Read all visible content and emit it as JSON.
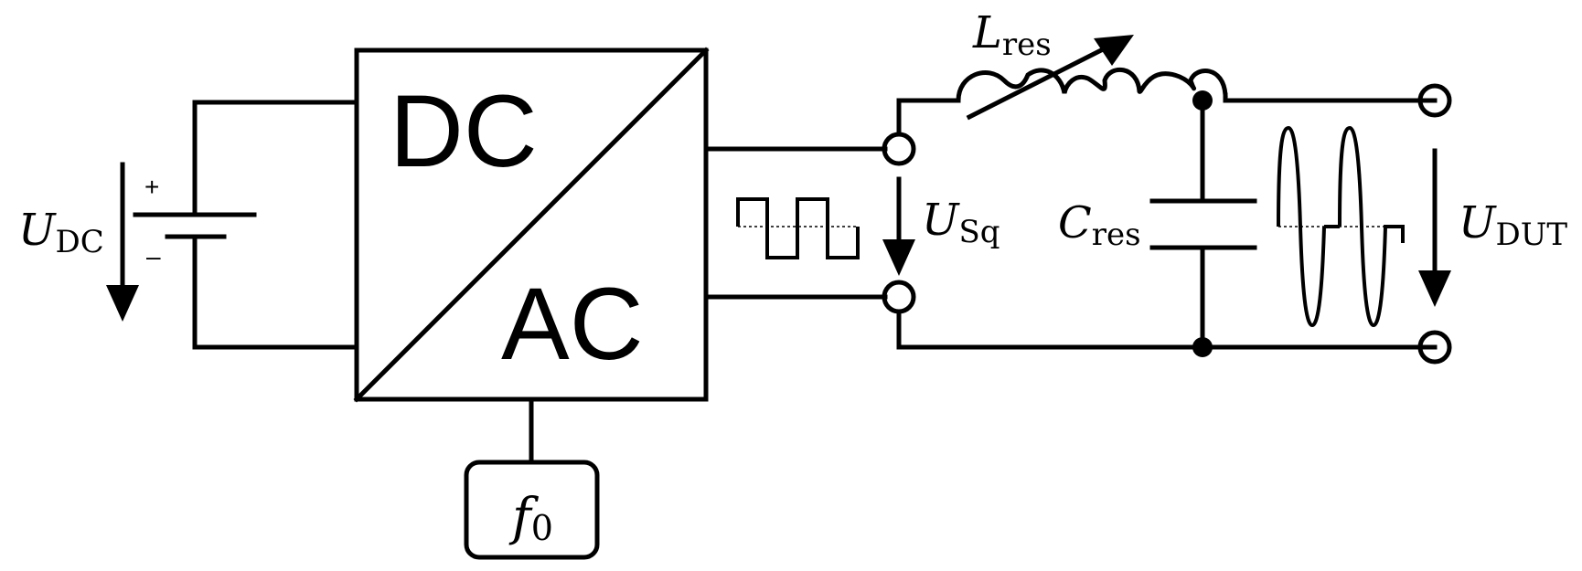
{
  "converter": {
    "top": "DC",
    "bottom": "AC"
  },
  "frequency": {
    "symbol": "f",
    "subscript": "0"
  },
  "labels": {
    "u_dc": {
      "symbol": "U",
      "subscript": "DC"
    },
    "u_sq": {
      "symbol": "U",
      "subscript": "Sq"
    },
    "u_dut": {
      "symbol": "U",
      "subscript": "DUT"
    },
    "l_res": {
      "symbol": "L",
      "subscript": "res"
    },
    "c_res": {
      "symbol": "C",
      "subscript": "res"
    }
  },
  "battery": {
    "plus": "+",
    "minus": "–"
  }
}
